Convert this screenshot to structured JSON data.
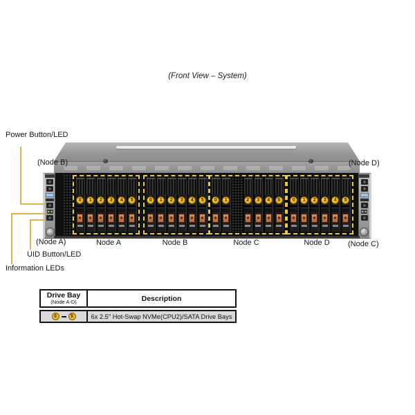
{
  "title": "(Front View – System)",
  "colors": {
    "callout_line": "#dfb54a",
    "bay_outline": "#e8c93f",
    "drive_number_badge": "#f0b30e",
    "latch_orange": "#d98f60",
    "table_row_bg": "#d9d9d9"
  },
  "callouts": {
    "power_button": "Power Button/LED",
    "node_b": "(Node B)",
    "node_d": "(Node D)",
    "node_a": "(Node A)",
    "uid_button": "UID Button/LED",
    "information_leds": "Information LEDs",
    "node_c": "(Node C)"
  },
  "nodes": [
    {
      "label": "Node A",
      "drives": [
        "0",
        "1",
        "2",
        "3",
        "4",
        "5"
      ]
    },
    {
      "label": "Node B",
      "drives": [
        "0",
        "1",
        "2",
        "3",
        "4",
        "5"
      ]
    },
    {
      "label": "Node C",
      "drives": [
        "0",
        "1",
        "vent",
        "2",
        "3",
        "4",
        "5"
      ]
    },
    {
      "label": "Node D",
      "drives": [
        "0",
        "1",
        "2",
        "3",
        "4",
        "5"
      ]
    }
  ],
  "legend_table": {
    "header": {
      "col1_title": "Drive Bay",
      "col1_sub": "(Node A-D)",
      "col2_title": "Description"
    },
    "row": {
      "range_start": "0",
      "range_end": "5",
      "description": "6x 2.5\" Hot-Swap NVMe(CPU2)/SATA Drive Bays"
    }
  }
}
